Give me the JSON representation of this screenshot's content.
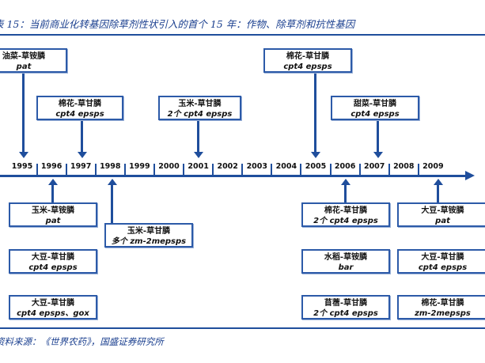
{
  "title": "表 15：当前商业化转基因除草剂性状引入的首个 15 年：作物、除草剂和抗性基因",
  "source": "资料来源：《世界农药》，国盛证券研究所",
  "colors": {
    "accent": "#1f4e9c",
    "box_border": "#2c5aa8",
    "title_text": "#1a3f8f"
  },
  "timeline": {
    "years": [
      "1995",
      "1996",
      "1997",
      "1998",
      "1999",
      "2000",
      "2001",
      "2002",
      "2003",
      "2004",
      "2005",
      "2006",
      "2007",
      "2008",
      "2009"
    ]
  },
  "events_above": [
    {
      "year": "1995",
      "crop": "油菜-草铵膦",
      "gene": "pat"
    },
    {
      "year": "1997",
      "crop": "棉花-草甘膦",
      "gene": "cpt4 epsps"
    },
    {
      "year": "2001",
      "crop": "玉米-草甘膦",
      "gene": "2个 cpt4 epsps"
    },
    {
      "year": "2005",
      "crop": "棉花-草甘膦",
      "gene": "cpt4 epsps"
    },
    {
      "year": "2007",
      "crop": "甜菜-草甘膦",
      "gene": "cpt4 epsps"
    }
  ],
  "events_below": [
    {
      "year": "1996",
      "items": [
        {
          "crop": "玉米-草铵膦",
          "gene": "pat"
        },
        {
          "crop": "大豆-草甘膦",
          "gene": "cpt4 epsps"
        },
        {
          "crop": "大豆-草甘膦",
          "gene": "cpt4 epsps、gox"
        }
      ]
    },
    {
      "year": "1998",
      "items": [
        {
          "crop": "玉米-草甘膦",
          "gene": "多个 zm-2mepsps"
        }
      ]
    },
    {
      "year": "2006",
      "items": [
        {
          "crop": "棉花-草甘膦",
          "gene": "2个 cpt4 epsps"
        },
        {
          "crop": "水稻-草铵膦",
          "gene": "bar"
        },
        {
          "crop": "苜蓿-草甘膦",
          "gene": "2个 cpt4 epsps"
        }
      ]
    },
    {
      "year": "2009",
      "items": [
        {
          "crop": "大豆-草铵膦",
          "gene": "pat"
        },
        {
          "crop": "大豆-草甘膦",
          "gene": "cpt4 epsps"
        },
        {
          "crop": "棉花-草甘膦",
          "gene": "zm-2mepsps"
        }
      ]
    }
  ]
}
